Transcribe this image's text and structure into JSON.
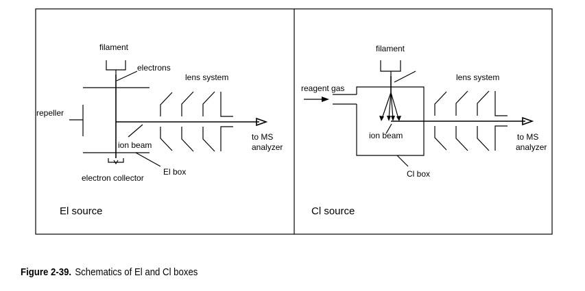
{
  "ei_panel": {
    "filament": "filament",
    "electrons": "electrons",
    "lens_system": "lens system",
    "repeller": "repeller",
    "ion_beam": "ion beam",
    "to_ms": "to MS",
    "analyzer": "analyzer",
    "el_box": "El box",
    "electron_collector": "electron collector",
    "source_label": "El source"
  },
  "ci_panel": {
    "filament": "filament",
    "lens_system": "lens system",
    "reagent_gas": "reagent gas",
    "ion_beam": "ion beam",
    "to_ms": "to MS",
    "analyzer": "analyzer",
    "cl_box": "Cl box",
    "source_label": "Cl source"
  },
  "caption": {
    "label": "Figure 2-39.",
    "text": "Schematics of El and Cl boxes"
  }
}
